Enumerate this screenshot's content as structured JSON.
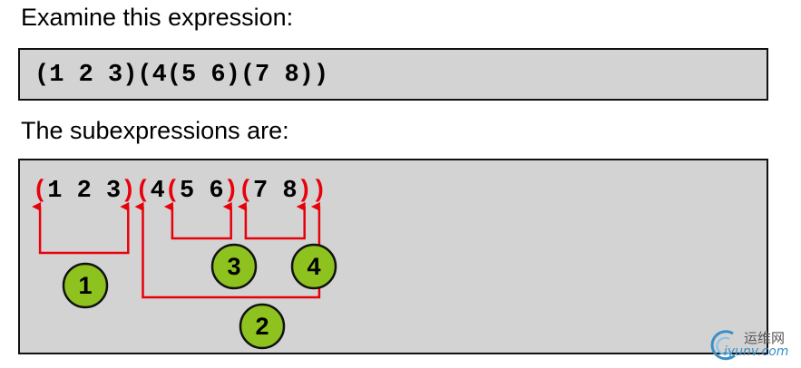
{
  "heading_examine": "Examine this expression:",
  "expression": "(1 2 3)(4(5 6)(7 8))",
  "heading_subexpressions": "The subexpressions are:",
  "diagram": {
    "tokens": [
      {
        "text": "(",
        "role": "paren"
      },
      {
        "text": "1",
        "role": "value"
      },
      {
        "text": " ",
        "role": "space"
      },
      {
        "text": "2",
        "role": "value"
      },
      {
        "text": " ",
        "role": "space"
      },
      {
        "text": "3",
        "role": "value"
      },
      {
        "text": ")",
        "role": "paren"
      },
      {
        "text": "(",
        "role": "paren"
      },
      {
        "text": "4",
        "role": "value"
      },
      {
        "text": "(",
        "role": "paren"
      },
      {
        "text": "5",
        "role": "value"
      },
      {
        "text": " ",
        "role": "space"
      },
      {
        "text": "6",
        "role": "value"
      },
      {
        "text": ")",
        "role": "paren"
      },
      {
        "text": "(",
        "role": "paren"
      },
      {
        "text": "7",
        "role": "value"
      },
      {
        "text": " ",
        "role": "space"
      },
      {
        "text": "8",
        "role": "value"
      },
      {
        "text": ")",
        "role": "paren"
      },
      {
        "text": ")",
        "role": "paren"
      }
    ],
    "subexpressions": [
      {
        "label": "1",
        "open_index": 0,
        "close_index": 6
      },
      {
        "label": "2",
        "open_index": 7,
        "close_index": 19
      },
      {
        "label": "3",
        "open_index": 9,
        "close_index": 13
      },
      {
        "label": "4",
        "open_index": 14,
        "close_index": 18
      }
    ]
  },
  "colors": {
    "paren": "#e8000b",
    "text": "#000000",
    "box_fill": "#d3d3d3",
    "connector": "#e8000b",
    "badge_fill": "#8dc21f",
    "badge_stroke": "#111111"
  },
  "watermark": {
    "cn_text": "运维网",
    "url_text": "iyunv.com"
  }
}
